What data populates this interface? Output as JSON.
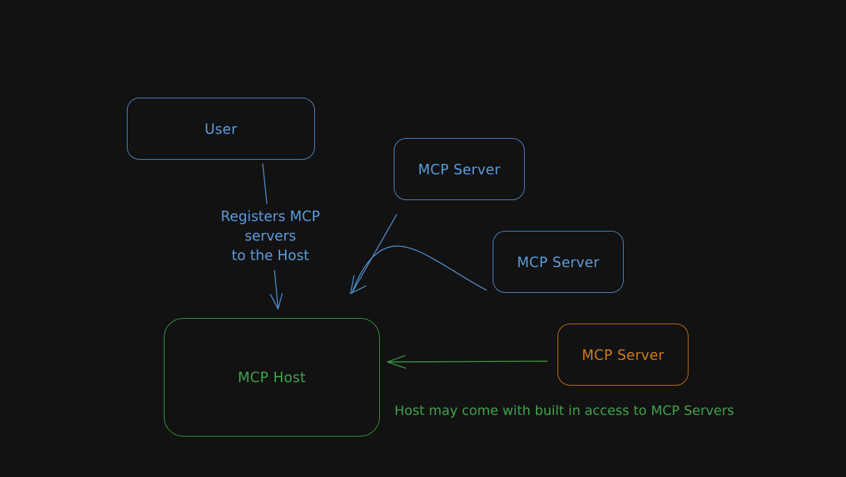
{
  "diagram": {
    "user": {
      "label": "User"
    },
    "host": {
      "label": "MCP Host"
    },
    "servers": [
      {
        "label": "MCP Server",
        "color": "#5b9bdc"
      },
      {
        "label": "MCP Server",
        "color": "#5b9bdc"
      },
      {
        "label": "MCP Server",
        "color": "#d27a1a"
      }
    ],
    "edge_labels": {
      "user_to_host": "Registers MCP\nservers\nto the Host"
    },
    "notes": {
      "builtin": "Host may come with built in access to MCP Servers"
    },
    "colors": {
      "background": "#121212",
      "blue": "#5b9bdc",
      "green": "#3fa34a",
      "orange": "#d27a1a"
    }
  }
}
